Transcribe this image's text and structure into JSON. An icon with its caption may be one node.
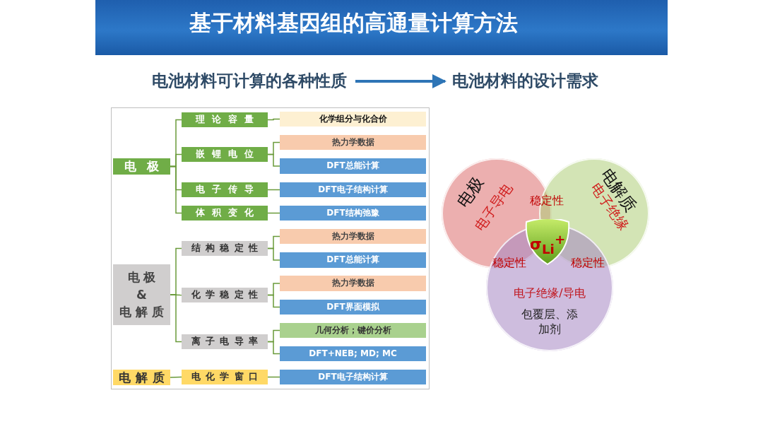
{
  "diagram": {
    "title": "基于材料基因组的高通量计算方法",
    "nodes": [
      {
        "text": [
          "电池材料可计算的各种性质"
        ]
      },
      {
        "text": [
          "电池材料的设计需求"
        ]
      },
      {
        "text": [
          "电极"
        ]
      },
      {
        "text": [
          "理论容量"
        ]
      },
      {
        "text": [
          "化学组分与化合价"
        ]
      },
      {
        "text": [
          "嵌锂电位"
        ]
      },
      {
        "text": [
          "热力学数据"
        ]
      },
      {
        "text": [
          "DFT总能计算"
        ]
      },
      {
        "text": [
          "电子传导"
        ]
      },
      {
        "text": [
          "DFT电子结构计算"
        ]
      },
      {
        "text": [
          "体积变化"
        ]
      },
      {
        "text": [
          "DFT结构弛豫"
        ]
      },
      {
        "text": [
          "电极 & 电解质"
        ]
      },
      {
        "text": [
          "结构稳定性"
        ]
      },
      {
        "text": [
          "热力学数据"
        ]
      },
      {
        "text": [
          "DFT总能计算"
        ]
      },
      {
        "text": [
          "化学稳定性"
        ]
      },
      {
        "text": [
          "热力学数据"
        ]
      },
      {
        "text": [
          "DFT界面模拟"
        ]
      },
      {
        "text": [
          "离子电导率"
        ]
      },
      {
        "text": [
          "几何分析；键价分析"
        ]
      },
      {
        "text": [
          "DFT+NEB; MD; MC"
        ]
      },
      {
        "text": [
          "电解质"
        ]
      },
      {
        "text": [
          "电化学窗口"
        ]
      },
      {
        "text": [
          "DFT电子结构计算"
        ]
      },
      {
        "text": [
          "电极",
          "电子导电"
        ]
      },
      {
        "text": [
          "电解质",
          "电子绝缘"
        ]
      },
      {
        "text": [
          "电子绝缘/导电",
          "包覆层、添加剂"
        ]
      },
      {
        "text": [
          "σ$_{Li}$$^{+}$"
        ]
      }
    ],
    "edges": [
      {
        "from": 0,
        "to": 1,
        "arrow": "to",
        "style": "thick",
        "color": "#2e75b6"
      },
      {
        "from": 2,
        "to": 3,
        "arrow": "none"
      },
      {
        "from": 2,
        "to": 5,
        "arrow": "none"
      },
      {
        "from": 2,
        "to": 8,
        "arrow": "none"
      },
      {
        "from": 2,
        "to": 10,
        "arrow": "none"
      },
      {
        "from": 3,
        "to": 4,
        "arrow": "none"
      },
      {
        "from": 5,
        "to": 6,
        "arrow": "none"
      },
      {
        "from": 5,
        "to": 7,
        "arrow": "none"
      },
      {
        "from": 8,
        "to": 9,
        "arrow": "none"
      },
      {
        "from": 10,
        "to": 11,
        "arrow": "none"
      },
      {
        "from": 12,
        "to": 13,
        "arrow": "none"
      },
      {
        "from": 12,
        "to": 16,
        "arrow": "none"
      },
      {
        "from": 12,
        "to": 19,
        "arrow": "none"
      },
      {
        "from": 13,
        "to": 14,
        "arrow": "none"
      },
      {
        "from": 13,
        "to": 15,
        "arrow": "none"
      },
      {
        "from": 16,
        "to": 17,
        "arrow": "none"
      },
      {
        "from": 16,
        "to": 18,
        "arrow": "none"
      },
      {
        "from": 19,
        "to": 20,
        "arrow": "none"
      },
      {
        "from": 19,
        "to": 21,
        "arrow": "none"
      },
      {
        "from": 22,
        "to": 23,
        "arrow": "none"
      },
      {
        "from": 23,
        "to": 24,
        "arrow": "none"
      }
    ],
    "labels": [
      "稳定性",
      "稳定性",
      "稳定性"
    ]
  }
}
